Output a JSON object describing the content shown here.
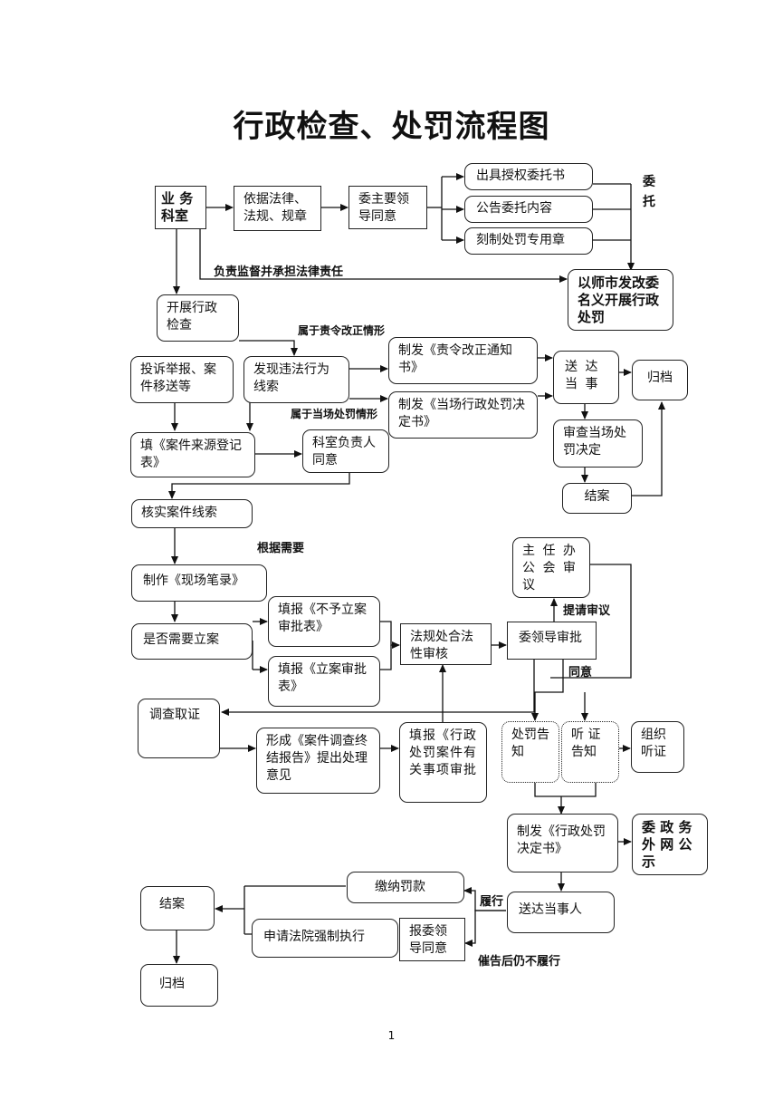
{
  "title": "行政检查、处罚流程图",
  "page_number": "1",
  "nodes": {
    "yewu_keshi": "业 务 科室",
    "yiju_falv": "依据法律、法规、规章",
    "wei_zhuyao": "委主要领导同意",
    "chuju_shouquan": "出具授权委托书",
    "gonggao_weituo": "公告委托内容",
    "kezhi_zhuanyongzhang": "刻制处罚专用章",
    "yi_shifagai": "以师市发改委名义开展行政处罚",
    "kaizhan_jiancha": "开展行政检查",
    "tousu_jubao": "投诉举报、案件移送等",
    "faxian_weifa": "发现违法行为线索",
    "zhifa_zeling": "制发《责令改正通知书》",
    "zhifa_dangchang": "制发《当场行政处罚决定书》",
    "songda_dangshi": "送 达 当 事",
    "guidang_1": "归档",
    "shencha_dangchang": "审查当场处罚决定",
    "jiean_1": "结案",
    "tian_laiyuan": "填《案件来源登记表》",
    "keshi_fuzeren": "科室负责人同意",
    "heshi_xiansuo": "核实案件线索",
    "zhizuo_bilu": "制作《现场笔录》",
    "shifou_lian": "是否需要立案",
    "tianbao_buyu": "填报《不予立案审批表》",
    "tianbao_lian": "填报《立案审批表》",
    "fagui_shenhe": "法规处合法性审核",
    "wei_lingdao_shenpi": "委领导审批",
    "zhuren_bangong": "主 任 办 公 会 审 议",
    "diaocha_quzheng": "调查取证",
    "xingcheng_baogao": "形成《案件调查终结报告》提出处理意见",
    "tianbao_xingzheng": "填报《行政处罚案件有关事项审批",
    "chufa_gaozhi": "处罚告知",
    "tingzheng_gaozhi": "听 证 告知",
    "zuzhi_tingzheng": "组织听证",
    "zhifa_jueding": "制发《行政处罚决定书》",
    "wei_zhengwu": "委 政 务 外 网 公 示",
    "songda_dangshiren": "送达当事人",
    "jiaona_fakuan": "缴纳罚款",
    "jiean_2": "结案",
    "shenqing_fayuan": "申请法院强制执行",
    "bao_wei_lingdao": "报委领导同意",
    "guidang_2": "归档"
  },
  "labels": {
    "weituo": "委托",
    "fuze_jiandu": "负责监督并承担法律责任",
    "shuyu_zeling": "属于责令改正情形",
    "shuyu_dangchang": "属于当场处罚情形",
    "genju_xuyao": "根据需要",
    "tiqing_shenyi": "提请审议",
    "tongyi": "同意",
    "lvxing": "履行",
    "cuigao": "催告后仍不履行"
  }
}
